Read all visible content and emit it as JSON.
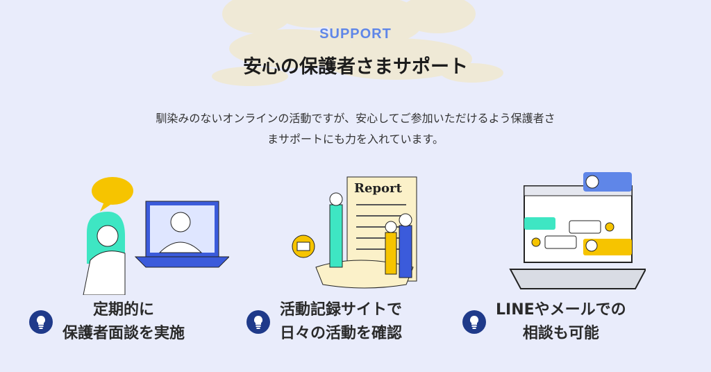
{
  "section": {
    "eyebrow": "SUPPORT",
    "title": "安心の保護者さまサポート",
    "lead": "馴染みのないオンラインの活動ですが、安心してご参加いただけるよう保護者さまサポートにも力を入れています。"
  },
  "illustration_text": {
    "report": "Report"
  },
  "features": [
    {
      "line1": "定期的に",
      "line2": "保護者面談を実施",
      "icon": "lightbulb-icon"
    },
    {
      "line1": "活動記録サイトで",
      "line2": "日々の活動を確認",
      "icon": "lightbulb-icon"
    },
    {
      "line1": "LINEやメールでの",
      "line2": "相談も可能",
      "icon": "lightbulb-icon"
    }
  ],
  "colors": {
    "accent": "#5f86e8",
    "icon_bg": "#1f3a8a",
    "background": "#e9ecfb",
    "cloud": "#efe9d6"
  }
}
